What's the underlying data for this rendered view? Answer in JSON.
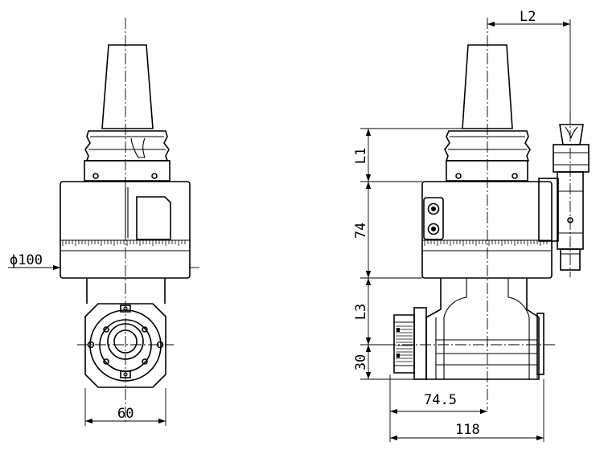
{
  "drawing": {
    "front_view": {
      "diameter_label": "ϕ100",
      "width_label": "60"
    },
    "side_view": {
      "dim_L1": "L1",
      "dim_L2": "L2",
      "dim_L3": "L3",
      "dim_74": "74",
      "dim_30": "30",
      "dim_74_5": "74.5",
      "dim_118": "118"
    }
  }
}
